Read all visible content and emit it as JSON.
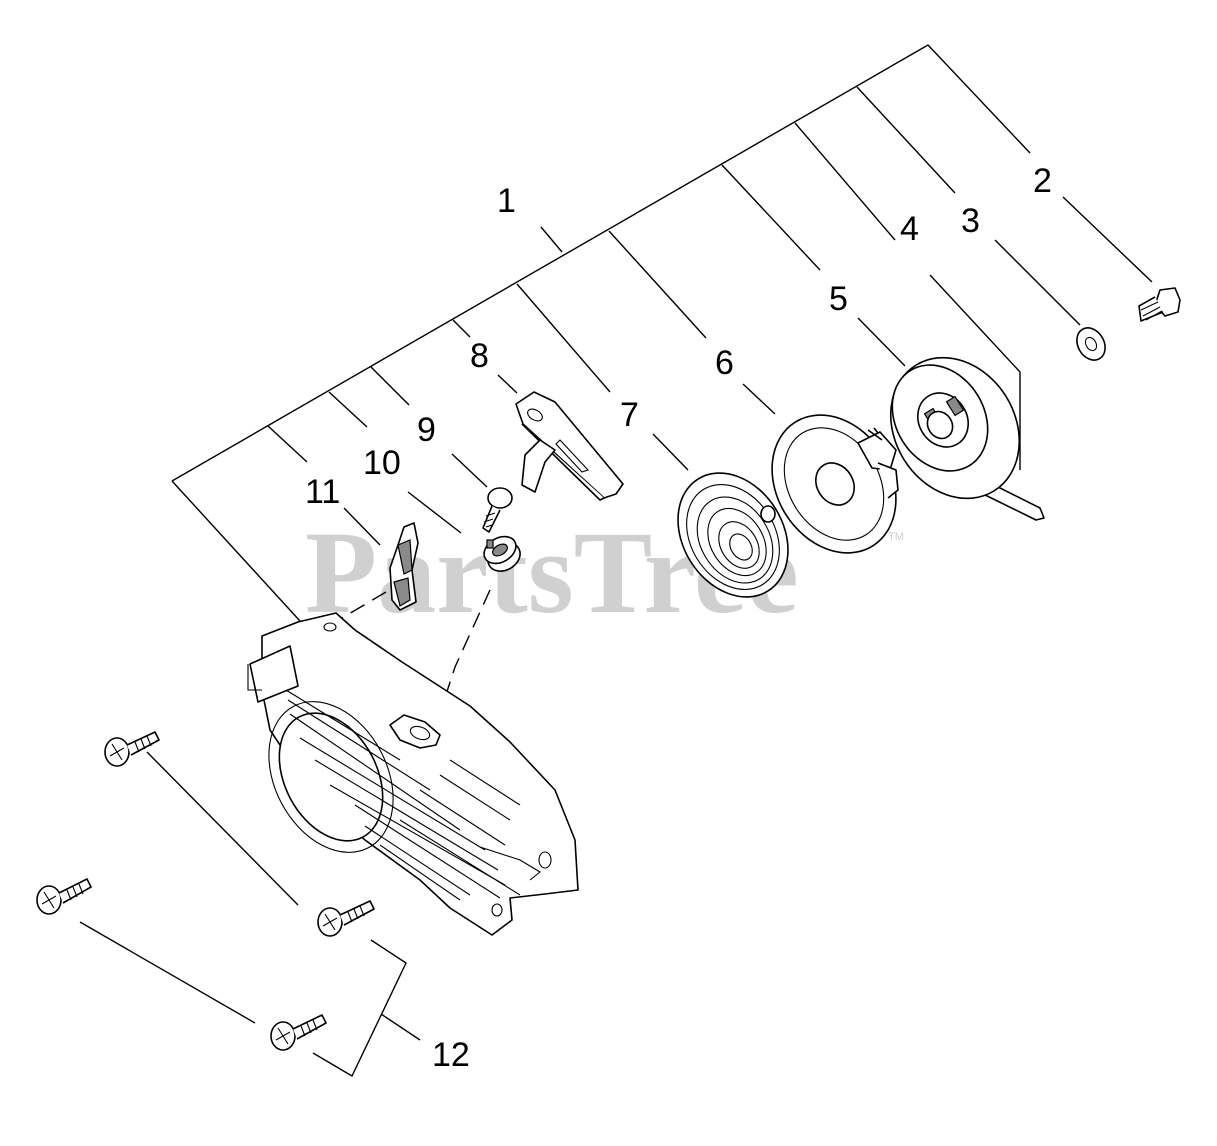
{
  "watermark": {
    "text": "PartsTree",
    "trademark": "TM"
  },
  "callouts": {
    "c1": "1",
    "c2": "2",
    "c3": "3",
    "c4": "4",
    "c5": "5",
    "c6": "6",
    "c7": "7",
    "c8": "8",
    "c9": "9",
    "c10": "10",
    "c11": "11",
    "c12": "12"
  }
}
